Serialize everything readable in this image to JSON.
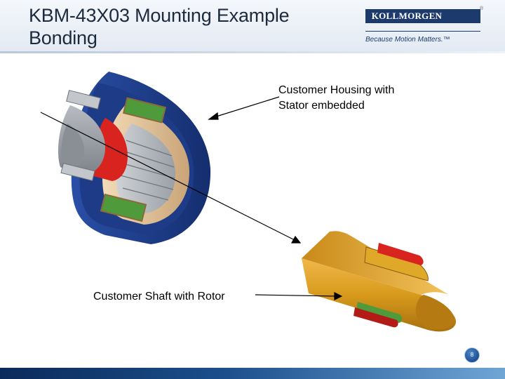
{
  "slide": {
    "title": "KBM-43X03 Mounting Example\nBonding",
    "brand": {
      "name": "KOLLMORGEN",
      "registered_mark": "®",
      "tagline": "Because Motion Matters.™",
      "color": "#1d3a6d"
    },
    "annotations": {
      "housing": "Customer Housing with\nStator embedded",
      "shaft": "Customer Shaft with Rotor"
    },
    "page_number": "8",
    "colors": {
      "housing_blue": "#1f3f8f",
      "stator_tan": "#e8c9a0",
      "winding_green": "#4f9a3a",
      "rotor_red": "#d9231f",
      "shaft_gray": "#9a9ea4",
      "shaft_gold": "#d89a1c"
    }
  }
}
